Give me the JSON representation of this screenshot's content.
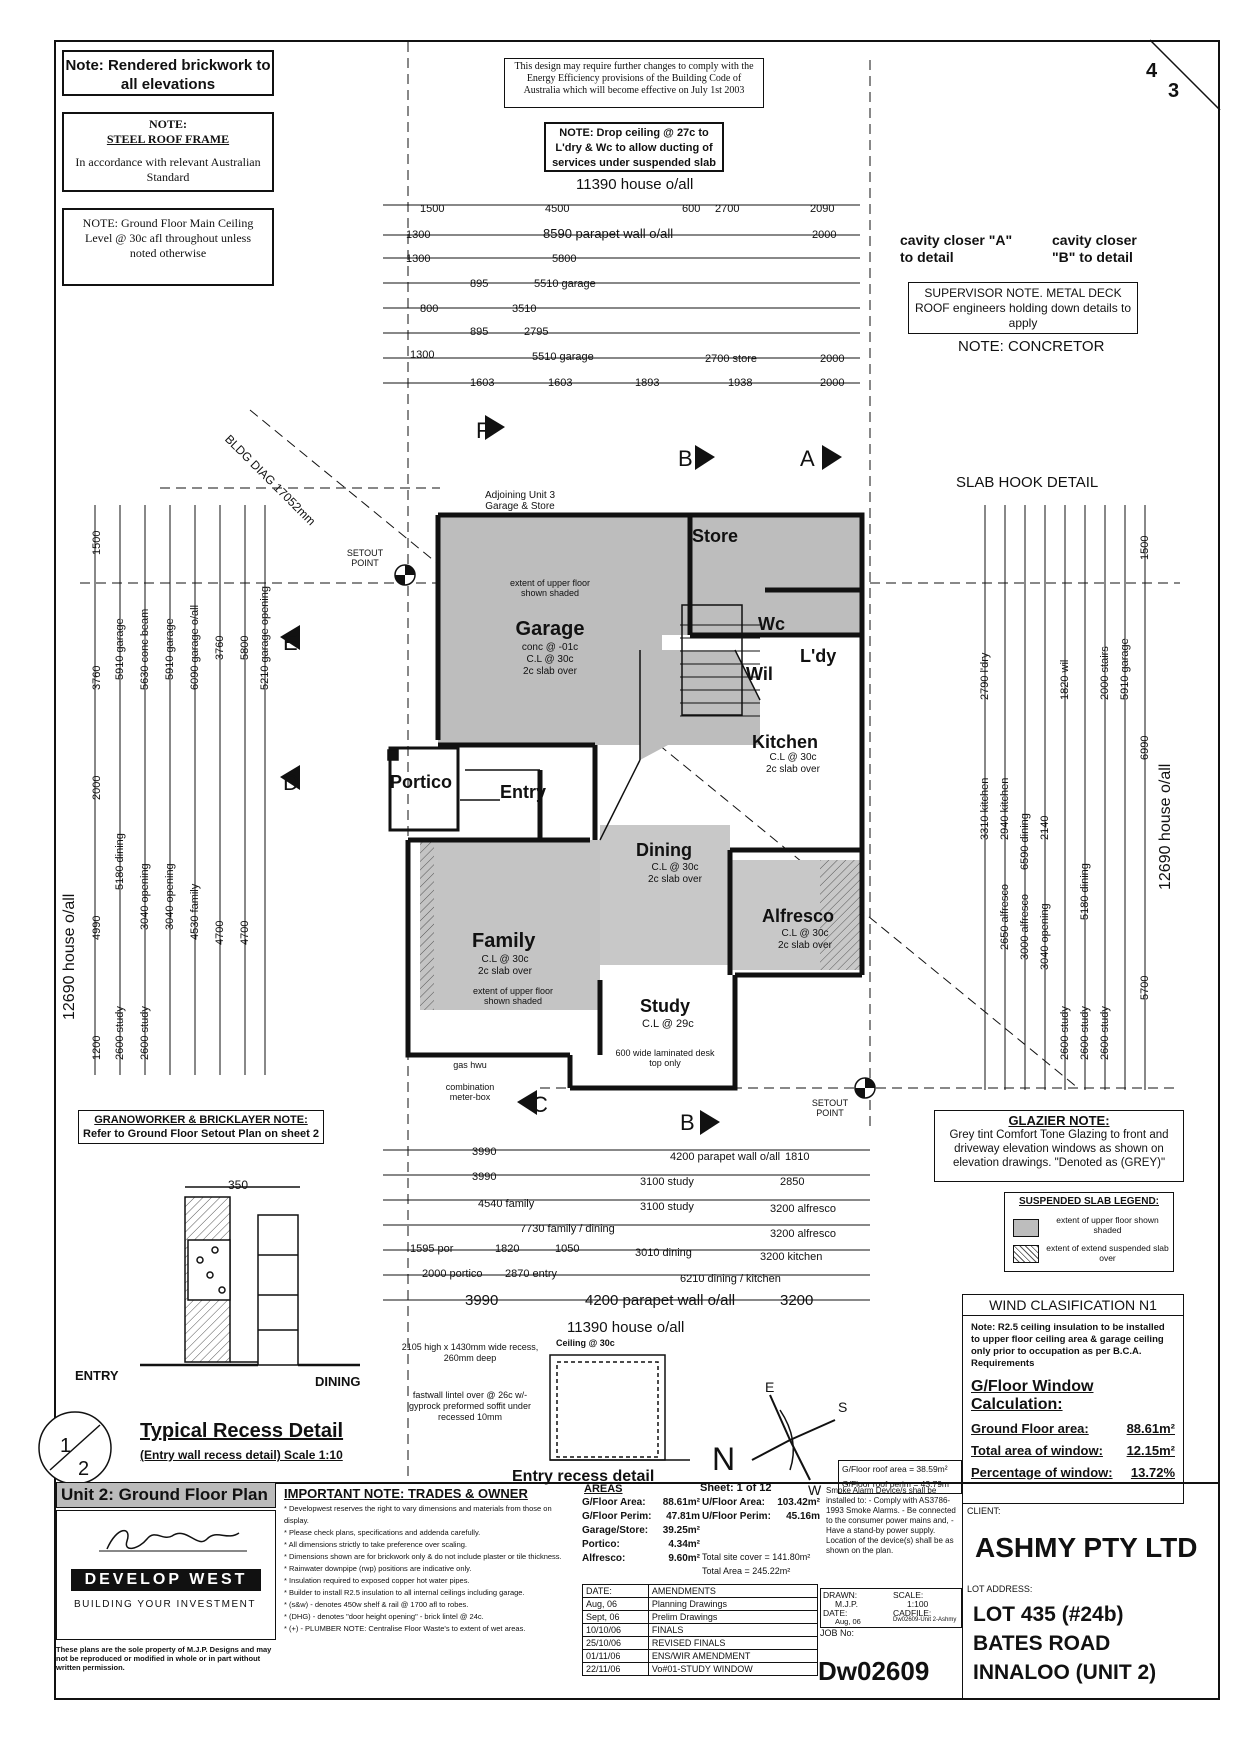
{
  "notes": {
    "rendered": "Note: Rendered brickwork to all elevations",
    "energy": "This design may require further changes to comply with the Energy Efficiency provisions of the Building Code of Australia which will become effective on July 1st 2003",
    "steel_title": "NOTE:",
    "steel_sub": "STEEL ROOF FRAME",
    "steel_body": "In accordance with relevant Australian Standard",
    "drop_ceiling": "NOTE: Drop ceiling @ 27c to L'dry & Wc to allow ducting of services under suspended slab",
    "ground_ceiling": "NOTE: Ground Floor Main Ceiling Level @ 30c afl throughout unless noted otherwise",
    "supervisor": "SUPERVISOR NOTE. METAL DECK ROOF engineers holding down details to apply",
    "concretor": "NOTE: CONCRETOR",
    "slab_hook": "SLAB HOOK DETAIL",
    "grano": "GRANOWORKER & BRICKLAYER NOTE:",
    "grano_sub": "Refer to Ground Floor Setout Plan on sheet 2",
    "glazier_title": "GLAZIER NOTE:",
    "glazier_body": "Grey tint Comfort Tone Glazing to front and driveway elevation windows as shown on elevation drawings. \"Denoted as (GREY)\"",
    "legend_title": "SUSPENDED SLAB LEGEND:",
    "legend_a": "extent of upper floor shown shaded",
    "legend_b": "extent of extend suspended slab over",
    "wind": "WIND CLASIFICATION N1",
    "insulation": "Note: R2.5 ceiling insulation to be installed to upper floor ceiling area & garage ceiling only prior to occupation as per B.C.A. Requirements"
  },
  "cavity": {
    "a": "cavity closer \"A\" to detail",
    "b": "cavity closer \"B\" to detail"
  },
  "dims": {
    "top_oa": "11390 house o/all",
    "parapet": "8590 parapet wall o/all",
    "bottom_oa": "11390 house o/all",
    "left_oa": "12690 house o/all",
    "right_oa": "12690 house o/all",
    "bldg_diag": "BLDG DIAG 17052mm",
    "d1500": "1500",
    "d4500": "4500",
    "d600": "600",
    "d2700": "2700",
    "d2090": "2090",
    "d1300": "1300",
    "d2000": "2000",
    "d3990": "3990",
    "d4200": "4200 parapet wall o/all",
    "d3200": "3200"
  },
  "rooms": {
    "garage": "Garage",
    "garage_cl": "conc @ -01c",
    "portico": "Portico",
    "entry": "Entry",
    "store": "Store",
    "wc": "Wc",
    "ldy": "L'dy",
    "wil": "Wil",
    "kitchen": "Kitchen",
    "dining": "Dining",
    "alfresco": "Alfresco",
    "family": "Family",
    "study": "Study",
    "study_cl": "C.L @ 29c",
    "cl30": "C.L @ 30c",
    "slab_over": "2c slab over",
    "upper_extent": "extent of upper floor shown shaded",
    "adjoining": "Adjoining Unit 3 Garage & Store",
    "setout": "SETOUT POINT",
    "combination": "combination meter-box",
    "gas": "gas hwu",
    "desk": "600 wide laminated desk top only"
  },
  "sections": {
    "a": "A",
    "b": "B",
    "c": "C",
    "d": "D",
    "e": "E",
    "f": "F"
  },
  "recess": {
    "title": "Typical Recess Detail",
    "sub": "(Entry wall recess detail) Scale 1:10",
    "dim": "350",
    "entry": "ENTRY",
    "dining": "DINING",
    "entry_detail": "Entry recess detail",
    "ceiling": "Ceiling @ 30c",
    "recess_note": "2105 high x 1430mm wide recess, 260mm deep",
    "fastwall": "fastwall lintel over @ 26c w/- gyprock preformed soffit under recessed 10mm"
  },
  "compass": {
    "n": "N",
    "e": "E",
    "s": "S",
    "w": "W"
  },
  "window_calc": {
    "title": "G/Floor Window Calculation:",
    "rows": [
      {
        "label": "Ground Floor area:",
        "value": "88.61m²"
      },
      {
        "label": "Total area of window:",
        "value": "12.15m²"
      },
      {
        "label": "Percentage of window:",
        "value": "13.72%"
      }
    ]
  },
  "roof": {
    "area": "G/Floor roof area = 38.59m²",
    "perim": "G/Floor roof perim = 43.79m"
  },
  "title_block": {
    "plan": "Unit 2: Ground Floor Plan",
    "sheet_left": "1",
    "sheet_right": "2",
    "corner_top": "4",
    "corner_bottom": "3",
    "company": "DEVELOP WEST",
    "tagline": "BUILDING YOUR INVESTMENT",
    "important": "IMPORTANT NOTE: TRADES & OWNER",
    "important_lines": [
      "* Developwest reserves the right to vary dimensions and materials from those on display.",
      "* Please check plans, specifications and addenda carefully.",
      "* All dimensions strictly to take preference over scaling.",
      "* Dimensions shown are for brickwork only & do not include plaster or tile thickness.",
      "* Rainwater downpipe (rwp) positions are indicative only.",
      "* Insulation required to exposed copper hot water pipes.",
      "* Builder to install R2.5 insulation to all internal ceilings including garage.",
      "* (s&w) - denotes 450w shelf & rail @ 1700 afl to robes.",
      "* (DHG) - denotes \"door height opening\" - brick lintel @ 24c.",
      "* (+) - PLUMBER NOTE: Centralise Floor Waste's to extent of wet areas."
    ],
    "property": "These plans are the sole property of M.J.P. Designs and may not be reproduced or modified in whole or in part without written permission.",
    "areas_title": "AREAS",
    "areas": [
      {
        "label": "G/Floor Area:",
        "value": "88.61m²"
      },
      {
        "label": "G/Floor Perim:",
        "value": "47.81m"
      },
      {
        "label": "Garage/Store:",
        "value": "39.25m²"
      },
      {
        "label": "Portico:",
        "value": "4.34m²"
      },
      {
        "label": "Alfresco:",
        "value": "9.60m²"
      }
    ],
    "upper": [
      {
        "label": "U/Floor Area:",
        "value": "103.42m²"
      },
      {
        "label": "U/Floor Perim:",
        "value": "45.16m"
      }
    ],
    "sheet": "Sheet: 1 of 12",
    "site_cover": "Total site cover = 141.80m²",
    "total_area": "Total Area = 245.22m²",
    "amend_head": [
      "DATE:",
      "AMENDMENTS"
    ],
    "amendments": [
      {
        "date": "Aug, 06",
        "text": "Planning Drawings"
      },
      {
        "date": "Sept, 06",
        "text": "Prelim Drawings"
      },
      {
        "date": "10/10/06",
        "text": "FINALS"
      },
      {
        "date": "25/10/06",
        "text": "REVISED FINALS"
      },
      {
        "date": "01/11/06",
        "text": "ENS/WIR AMENDMENT"
      },
      {
        "date": "22/11/06",
        "text": "Vo#01-STUDY WINDOW"
      }
    ],
    "smoke": "Smoke Alarm Device/s shall be installed to: - Comply with AS3786-1993 Smoke Alarms. - Be connected to the consumer power mains and, - Have a stand-by power supply. Location of the device(s) shall be as shown on the plan.",
    "drawn_label": "DRAWN:",
    "drawn": "M.J.P.",
    "scale_label": "SCALE:",
    "scale": "1:100",
    "date_label": "DATE:",
    "date": "Aug, 06",
    "cad_label": "CADFILE:",
    "cad": "Dw02609-Unit 2-Ashmy",
    "job_label": "JOB No:",
    "job": "Dw02609",
    "client_label": "CLIENT:",
    "client": "ASHMY PTY LTD",
    "lot_label": "LOT ADDRESS:",
    "lot": [
      "LOT 435 (#24b)",
      "BATES ROAD",
      "INNALOO (UNIT 2)"
    ]
  },
  "colors": {
    "ink": "#111111",
    "shade": "#bdbdbd",
    "paper": "#ffffff"
  }
}
